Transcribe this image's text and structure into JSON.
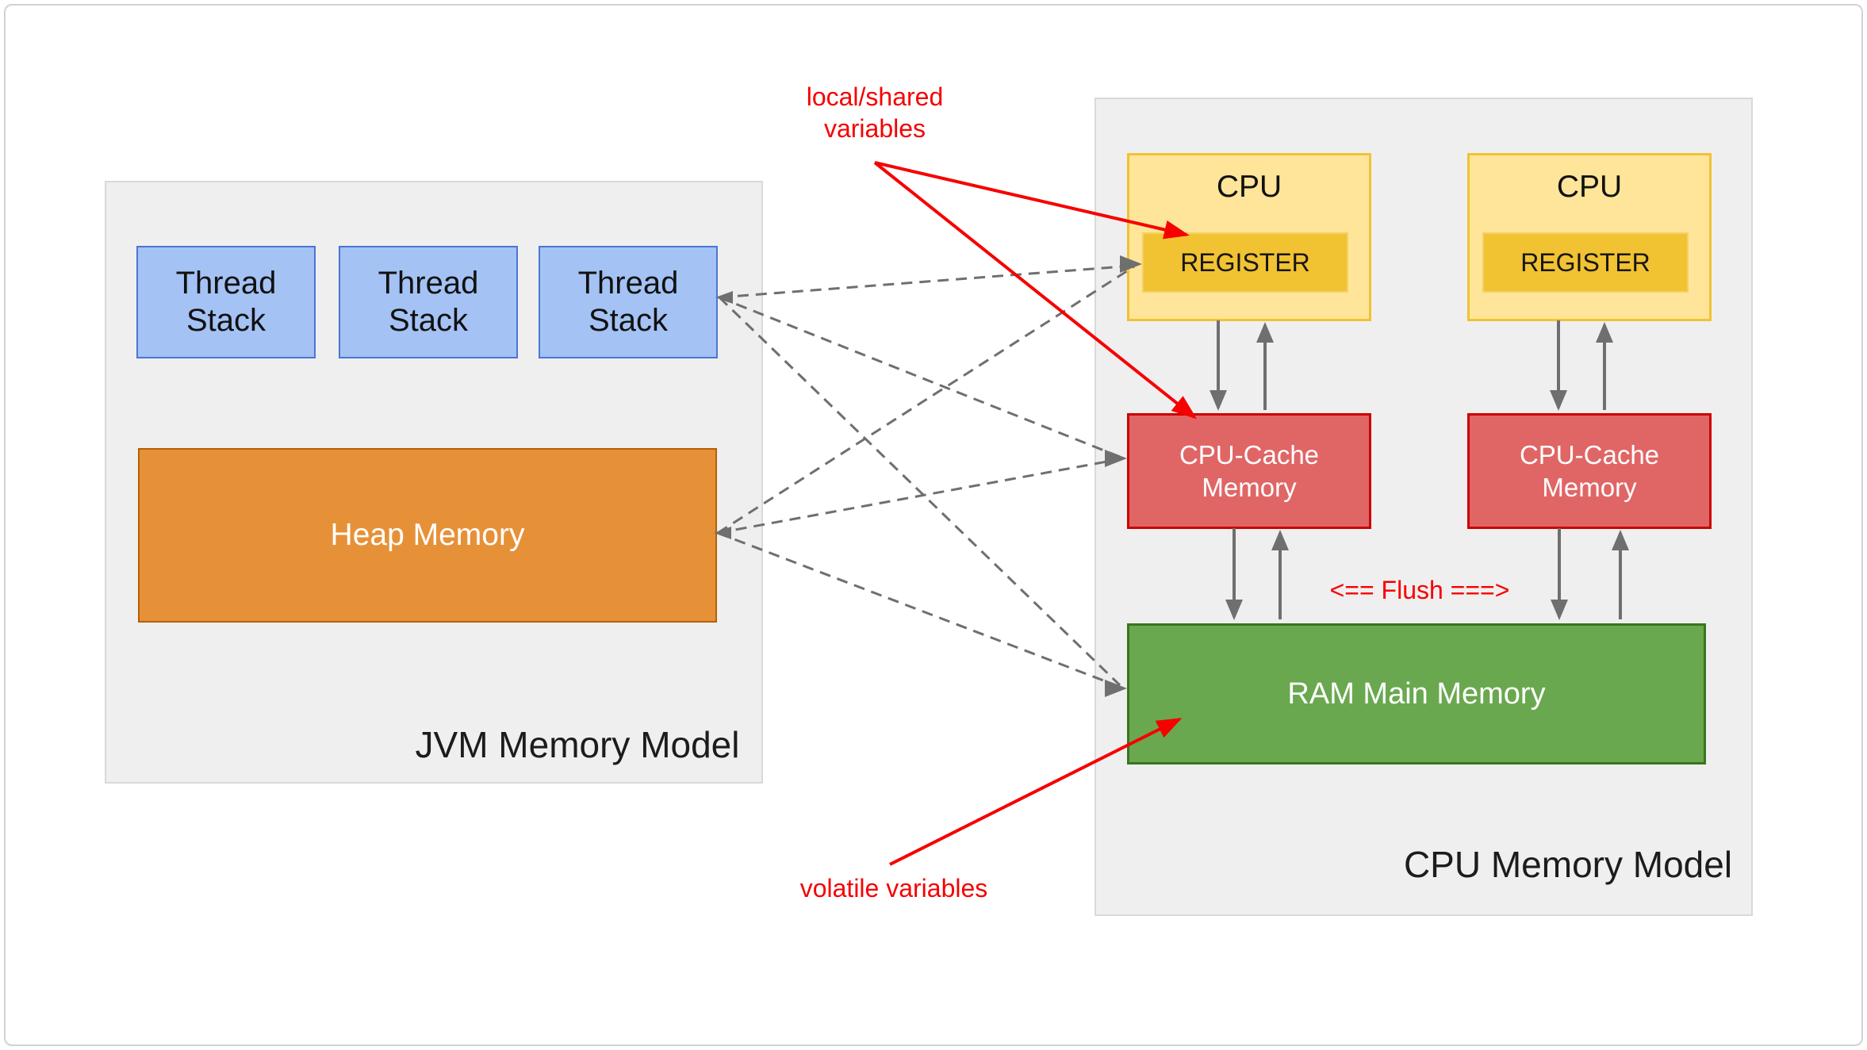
{
  "jvm": {
    "title": "JVM Memory Model",
    "thread_stacks": [
      "Thread\nStack",
      "Thread\nStack",
      "Thread\nStack"
    ],
    "heap_label": "Heap Memory"
  },
  "cpu": {
    "title": "CPU Memory Model",
    "cpus": [
      {
        "label": "CPU",
        "register": "REGISTER",
        "cache": "CPU-Cache\nMemory"
      },
      {
        "label": "CPU",
        "register": "REGISTER",
        "cache": "CPU-Cache\nMemory"
      }
    ],
    "ram_label": "RAM Main Memory",
    "flush_label": "<== Flush ===>"
  },
  "annotations": {
    "local_shared": "local/shared\nvariables",
    "volatile": "volatile variables"
  },
  "colors": {
    "annotation_red": "#f60000",
    "arrow_gray": "#6f6f6f",
    "panel_bg": "#efefef",
    "panel_border": "#d9d9d9",
    "thread_fill": "#a4c2f4",
    "thread_border": "#4a77d4",
    "heap_fill": "#e69138",
    "heap_border": "#b45f06",
    "cpu_fill": "#ffe599",
    "cpu_border": "#f1c232",
    "register_fill": "#f1c232",
    "cache_fill": "#e06666",
    "cache_border": "#cc0000",
    "ram_fill": "#6aa84f",
    "ram_border": "#38761d"
  }
}
